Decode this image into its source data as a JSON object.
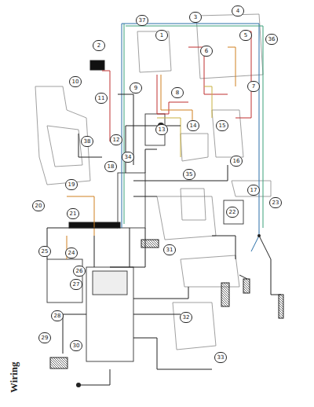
{
  "diagram": {
    "title": "Wiring",
    "labels": [
      "1",
      "2",
      "3",
      "4",
      "5",
      "6",
      "7",
      "8",
      "9",
      "10",
      "11",
      "12",
      "13",
      "14",
      "15",
      "16",
      "17",
      "18",
      "19",
      "20",
      "21",
      "22",
      "23",
      "24",
      "25",
      "26",
      "27",
      "28",
      "29",
      "30",
      "31",
      "32",
      "33",
      "34",
      "35",
      "36",
      "37",
      "38"
    ]
  }
}
